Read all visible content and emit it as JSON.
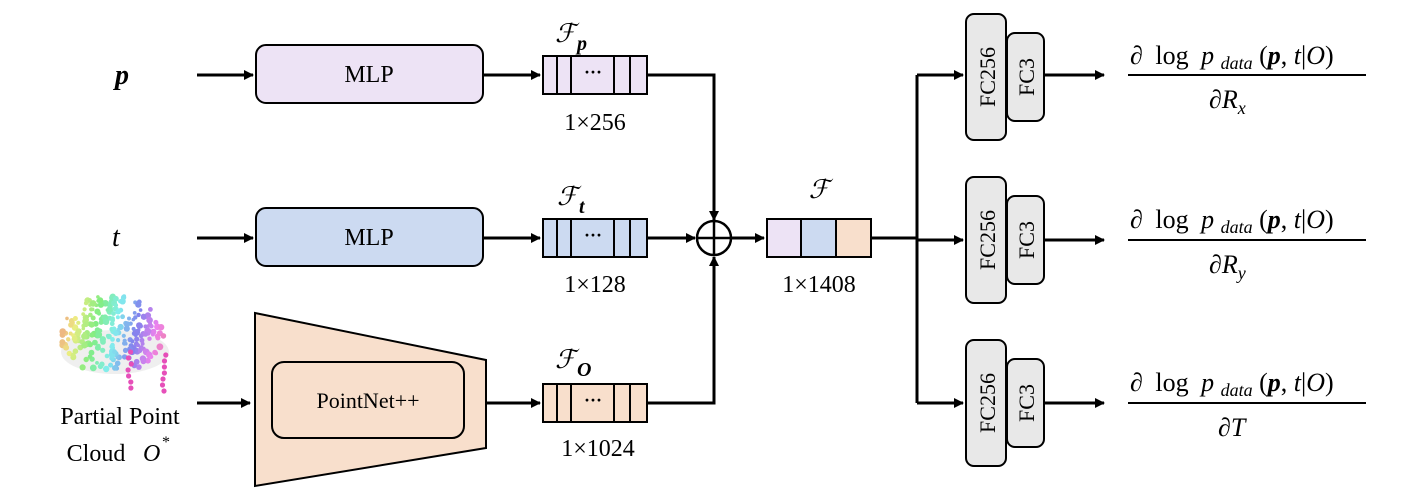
{
  "inputs": {
    "p": "p",
    "t": "t",
    "cloud_line1": "Partial Point",
    "cloud_line2": "Cloud",
    "cloud_symbol": "O",
    "cloud_sup": "*"
  },
  "encoders": {
    "mlp_p": "MLP",
    "mlp_t": "MLP",
    "pointnet": "PointNet++"
  },
  "features": {
    "fp": {
      "symbol": "ℱ",
      "sub": "p",
      "dots": "···",
      "dim": "1×256"
    },
    "ft": {
      "symbol": "ℱ",
      "sub": "t",
      "dots": "···",
      "dim": "1×128"
    },
    "fo": {
      "symbol": "ℱ",
      "sub": "O",
      "dots": "···",
      "dim": "1×1024"
    },
    "f": {
      "symbol": "ℱ",
      "dim": "1×1408"
    }
  },
  "heads": {
    "fc256": "FC256",
    "fc3": "FC3"
  },
  "outputs": {
    "rx": {
      "partial": "∂",
      "log": "log",
      "p": "p",
      "data": "data",
      "bold_p": "p",
      "t": "t",
      "O": "O",
      "den": "R",
      "sub": "x"
    },
    "ry": {
      "partial": "∂",
      "log": "log",
      "p": "p",
      "data": "data",
      "bold_p": "p",
      "t": "t",
      "O": "O",
      "den": "R",
      "sub": "y"
    },
    "t": {
      "partial": "∂",
      "log": "log",
      "p": "p",
      "data": "data",
      "bold_p": "p",
      "t": "t",
      "O": "O",
      "den": "T"
    }
  },
  "colors": {
    "purple": "#EDE3F5",
    "blue": "#CCDAF1",
    "peach": "#F8DFCC",
    "gray": "#E8E8E8",
    "stroke": "#000000"
  }
}
